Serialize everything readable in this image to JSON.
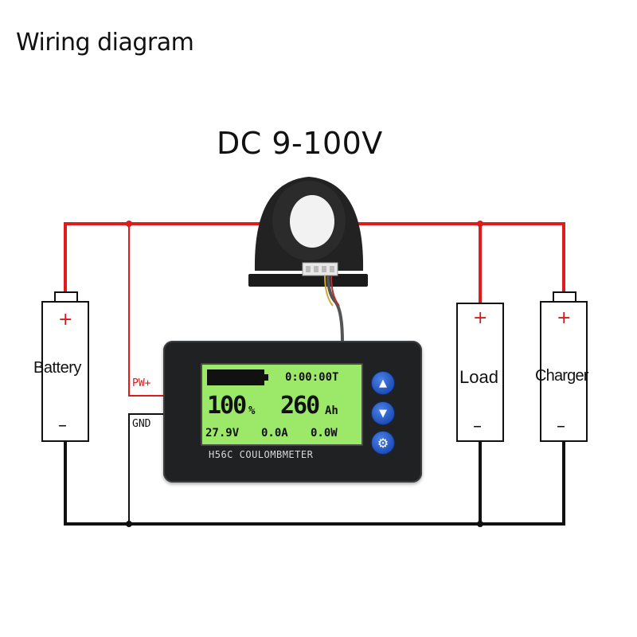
{
  "diagram": {
    "title": "Wiring diagram",
    "voltage": "DC 9-100V",
    "components": {
      "battery": {
        "label": "Battery",
        "plus": "+",
        "minus": "–"
      },
      "load": {
        "label": "Load",
        "plus": "+",
        "minus": "–"
      },
      "charger": {
        "label": "Charger",
        "plus": "+",
        "minus": "–"
      }
    },
    "pins": {
      "power": "PW+",
      "ground": "GND"
    },
    "meter": {
      "model": "H56C  COULOMBMETER",
      "time": "0:00:00T",
      "percent": "100",
      "percent_unit": "%",
      "capacity": "260",
      "capacity_unit": "Ah",
      "voltage": "27.9V",
      "current": "0.0A",
      "power": "0.0W",
      "buttons": {
        "up": "▲",
        "down": "▼",
        "settings": "⚙"
      }
    },
    "colors": {
      "positive_wire": "#e01b1b",
      "negative_wire": "#111111",
      "lcd_background": "#9ce96a",
      "button": "#2d5fcf"
    }
  }
}
